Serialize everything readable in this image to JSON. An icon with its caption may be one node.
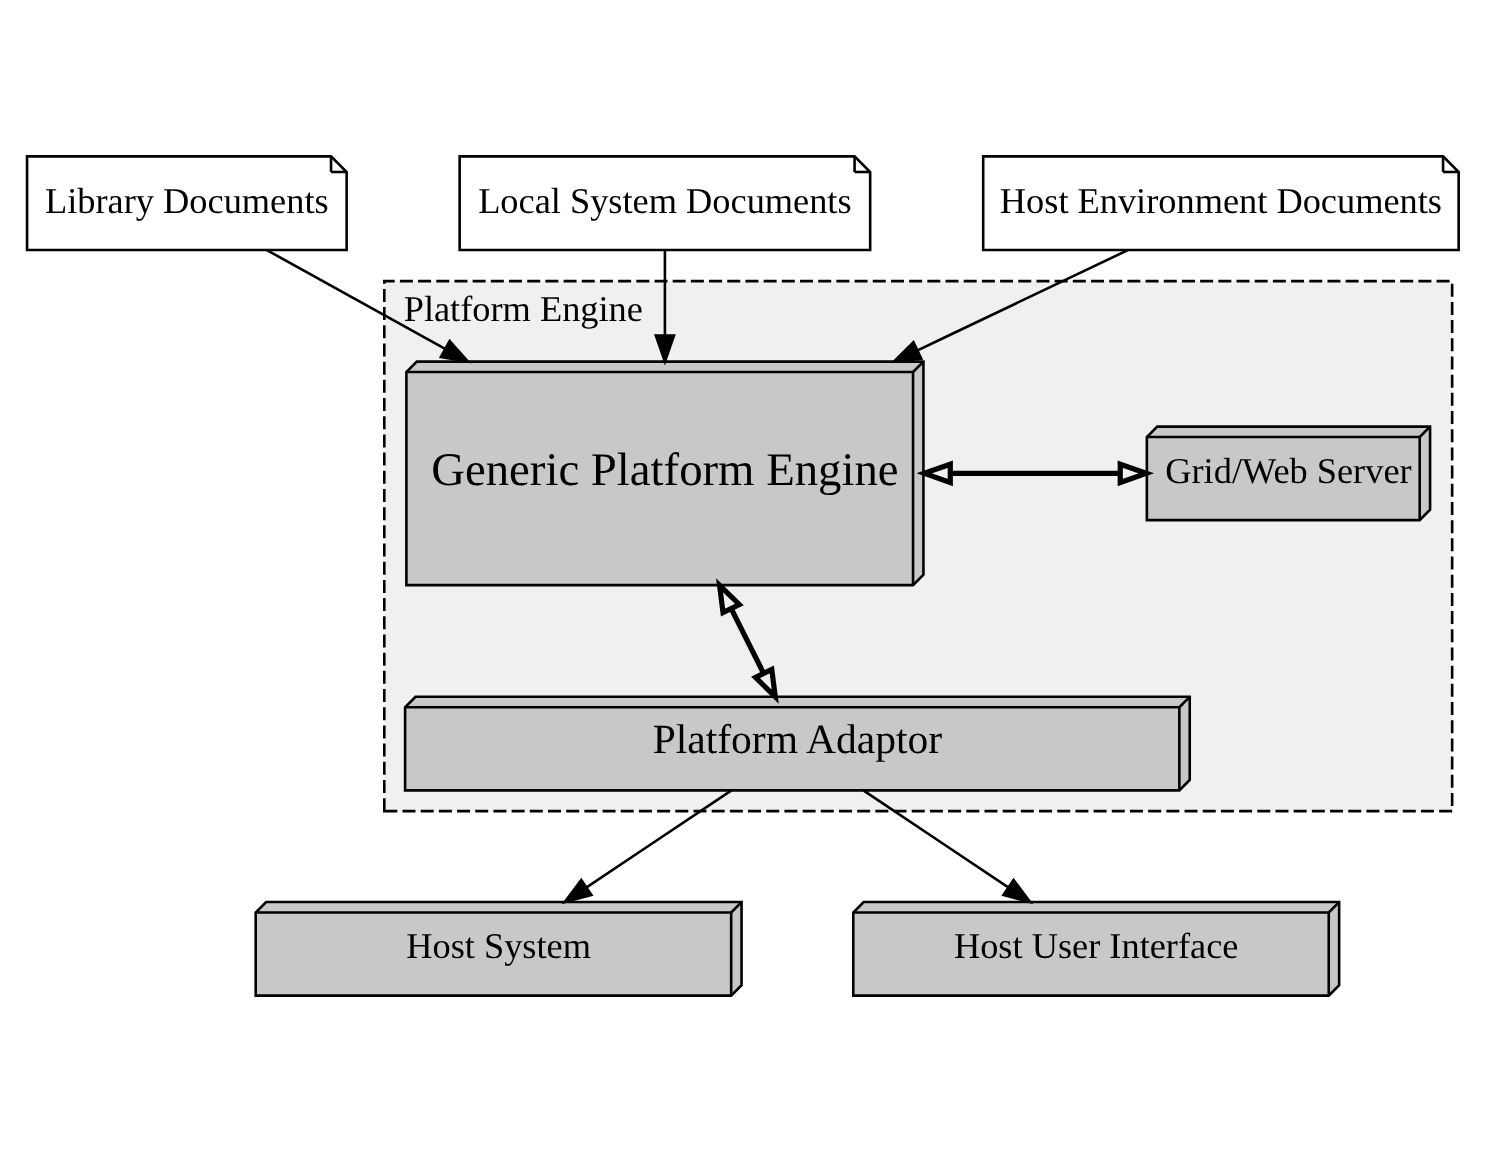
{
  "diagram": {
    "nodes": [
      {
        "text": [
          "Library Documents"
        ]
      },
      {
        "text": [
          "Local System Documents"
        ]
      },
      {
        "text": [
          "Host Environment Documents"
        ]
      },
      {
        "text": [
          "Platform Engine"
        ]
      },
      {
        "text": [
          "Generic Platform Engine"
        ],
        "in": 3
      },
      {
        "text": [
          "Grid/Web Server"
        ],
        "in": 3
      },
      {
        "text": [
          "Platform Adaptor"
        ],
        "in": 3
      },
      {
        "text": [
          "Host System"
        ]
      },
      {
        "text": [
          "Host User Interface"
        ]
      }
    ],
    "edges": [
      {
        "from": 0,
        "to": 4,
        "arrow": "to"
      },
      {
        "from": 1,
        "to": 4,
        "arrow": "to"
      },
      {
        "from": 2,
        "to": 4,
        "arrow": "to"
      },
      {
        "from": 4,
        "to": 5,
        "arrow": "both"
      },
      {
        "from": 4,
        "to": 6,
        "arrow": "both"
      },
      {
        "from": 6,
        "to": 7,
        "arrow": "to"
      },
      {
        "from": 6,
        "to": 8,
        "arrow": "to"
      }
    ]
  }
}
